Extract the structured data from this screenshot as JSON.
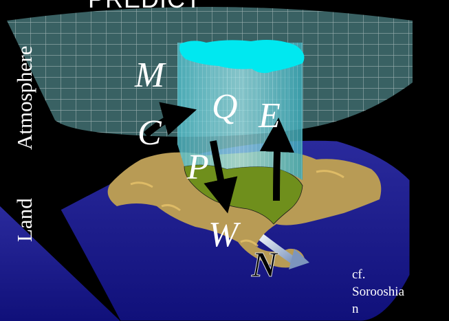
{
  "title": "PREDICT",
  "side_labels": {
    "atmosphere": "Atmosphere",
    "land": "Land"
  },
  "variables": {
    "M": "M",
    "Q": "Q",
    "E": "E",
    "C": "C",
    "P": "P",
    "W": "W",
    "N": "N"
  },
  "citation": {
    "line1": "cf.",
    "line2": "Sorooshia",
    "line3": "n"
  },
  "colors": {
    "background": "#000000",
    "ocean": "#14148c",
    "atmosphere_grid": "#7fd6dc",
    "column_top": "#00e5ee",
    "land": "#b39a55",
    "basin": "#6f8f1c",
    "flux_arrow": "#000000",
    "outflow_arrow": "#8fa8c8"
  }
}
